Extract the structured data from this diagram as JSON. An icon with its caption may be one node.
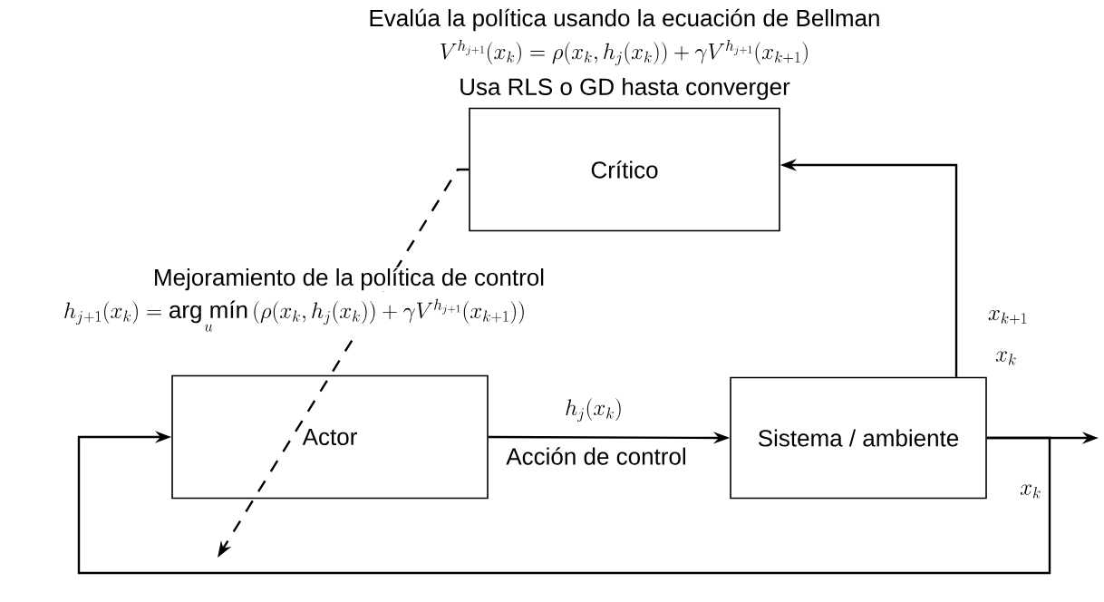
{
  "diagram": {
    "nodes": [
      {
        "text": [
          "Crítico"
        ],
        "beside": [
          "Evalúa la política usando la ecuación de Bellman",
          "V^{h_{j+1}}(x_k) = \\rho(x_k, h_j(x_k)) + \\gamma V^{h_{j+1}}(x_{k+1})",
          "Usa RLS o GD hasta converger"
        ]
      },
      {
        "text": [
          "Actor"
        ]
      },
      {
        "text": [
          "Sistema / ambiente"
        ]
      }
    ],
    "edges": [
      {
        "from": 1,
        "to": 2,
        "arrow": "to",
        "label": "h_j(x_k)"
      },
      {
        "from": 2,
        "to": 0,
        "arrow": "to"
      },
      {
        "from": 2,
        "to": null,
        "arrow": "to"
      },
      {
        "from": 2,
        "to": 1,
        "arrow": "to",
        "label": "x_k"
      },
      {
        "from": 0,
        "to": null,
        "arrow": "to",
        "style": "dashed"
      }
    ],
    "labels": [
      "Mejoramiento de la política de control",
      "h_{j+1}(x_k) = \\mathop{\\hbox{arg mín}}\\limits_{u} \\, (\\rho(x_k, h_j(x_k)) + \\gamma V^{h_{j+1}}(x_{k+1}))",
      "x_{k+1}",
      "x_k",
      "Acción de control"
    ]
  }
}
